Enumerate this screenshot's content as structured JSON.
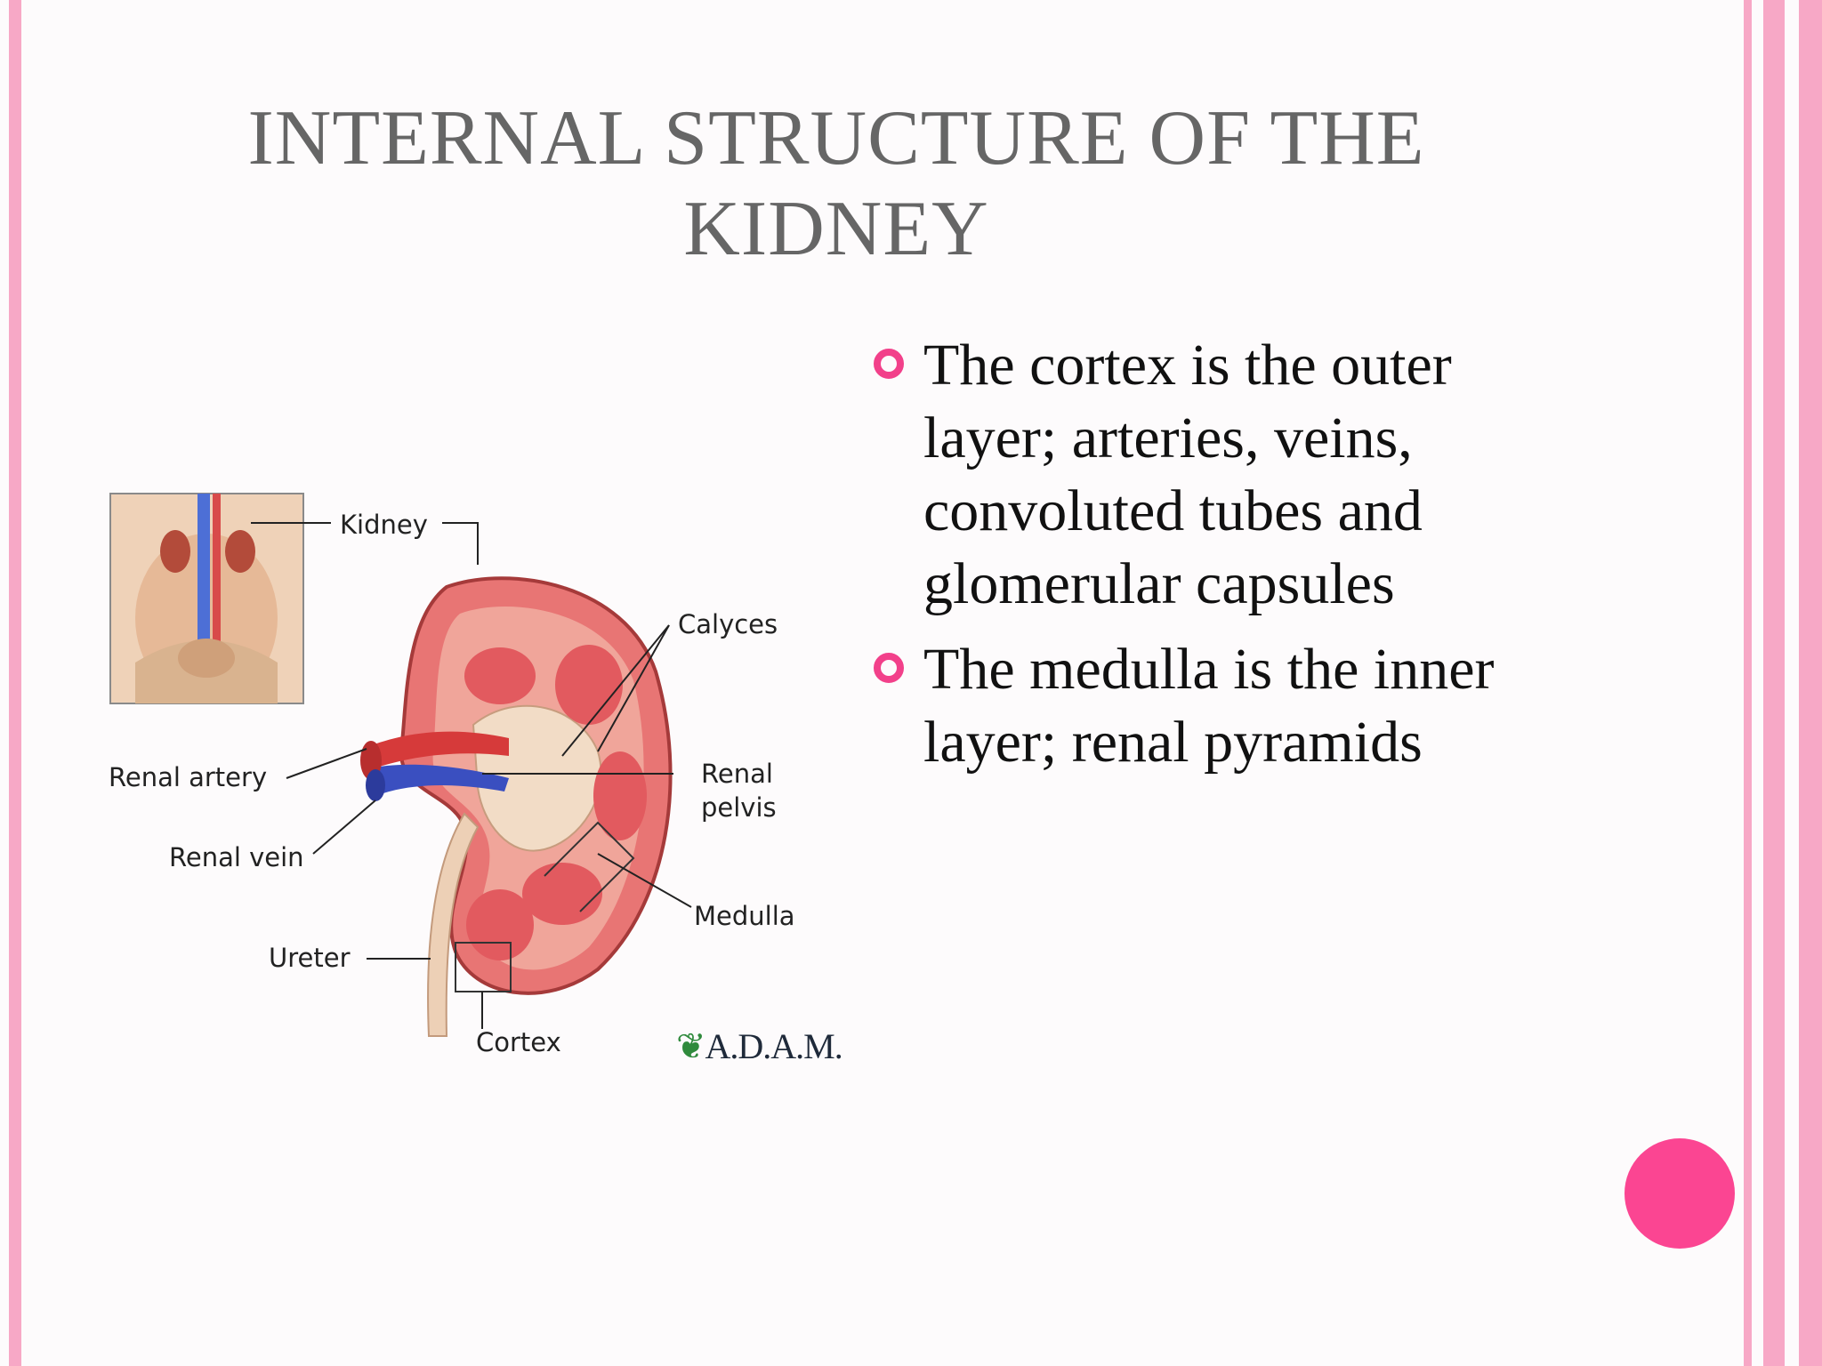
{
  "slide": {
    "title": "INTERNAL STRUCTURE OF THE KIDNEY",
    "bullets": [
      "The cortex is the outer layer; arteries, veins, convoluted tubes and glomerular capsules",
      "The medulla is the inner layer; renal pyramids"
    ]
  },
  "figure": {
    "labels": {
      "kidney": "Kidney",
      "calyces": "Calyces",
      "renal_artery": "Renal artery",
      "renal_vein": "Renal vein",
      "renal_pelvis_1": "Renal",
      "renal_pelvis_2": "pelvis",
      "medulla": "Medulla",
      "ureter": "Ureter",
      "cortex": "Cortex"
    },
    "credit_logo": "A.D.A.M."
  },
  "colors": {
    "accent": "#f2408a",
    "border": "#f7a8c6",
    "title": "#666666",
    "nav_dot": "#fb4592"
  }
}
